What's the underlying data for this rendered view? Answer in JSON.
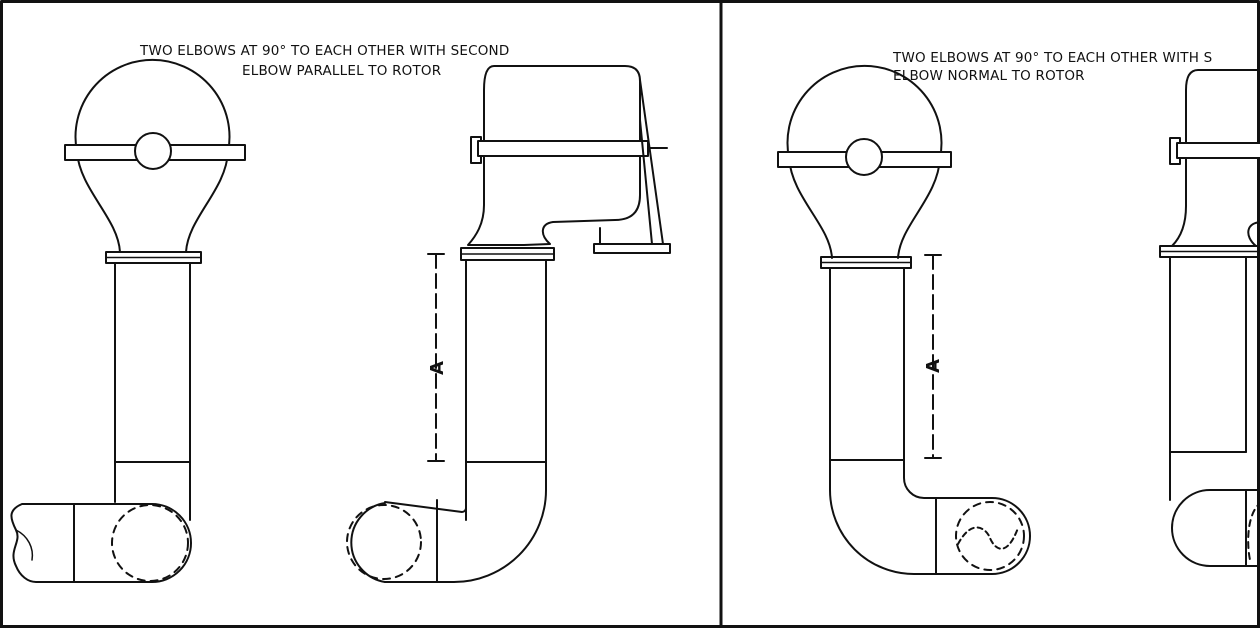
{
  "colors": {
    "ink": "#111111",
    "paper": "#ffffff"
  },
  "left_panel": {
    "caption_line1": "TWO ELBOWS AT 90° TO EACH OTHER WITH SECOND",
    "caption_line2": "ELBOW PARALLEL TO ROTOR",
    "dimension_label": "A"
  },
  "right_panel": {
    "caption_line1": "TWO ELBOWS AT 90° TO EACH OTHER WITH S",
    "caption_line2": "ELBOW NORMAL TO ROTOR",
    "dimension_label": "A"
  }
}
